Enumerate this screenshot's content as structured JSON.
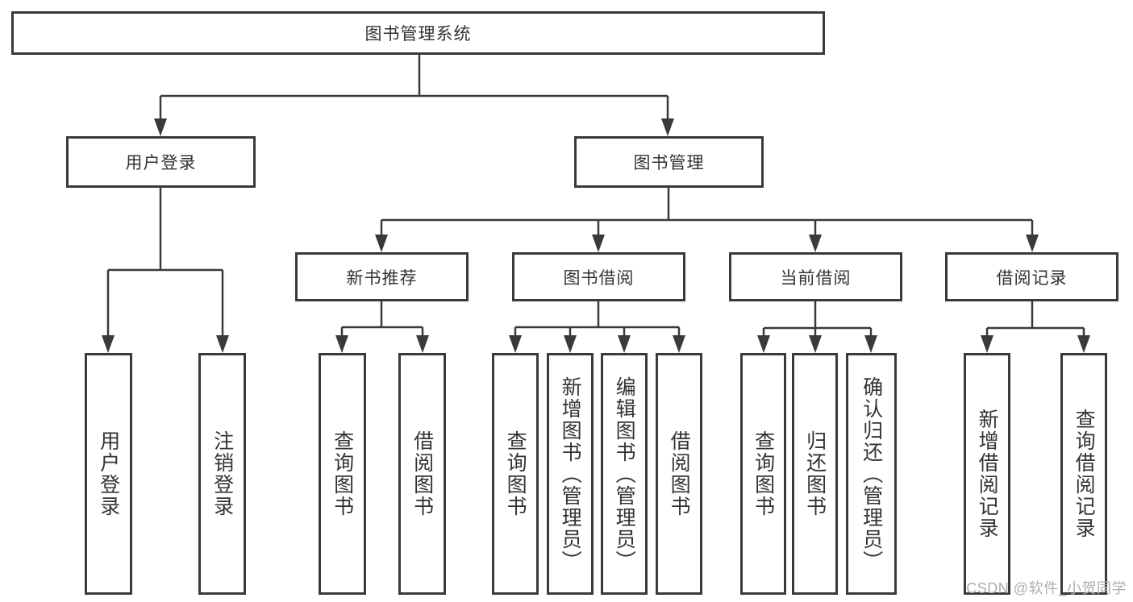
{
  "tree": {
    "root": {
      "label": "图书管理系统"
    },
    "level2": [
      {
        "label": "用户登录",
        "children": [
          {
            "label": "用户登录"
          },
          {
            "label": "注销登录"
          }
        ]
      },
      {
        "label": "图书管理",
        "children": [
          {
            "label": "新书推荐",
            "children": [
              {
                "label": "查询图书"
              },
              {
                "label": "借阅图书"
              }
            ]
          },
          {
            "label": "图书借阅",
            "children": [
              {
                "label": "查询图书"
              },
              {
                "label": "新增图书（管理员）"
              },
              {
                "label": "编辑图书（管理员）"
              },
              {
                "label": "借阅图书"
              }
            ]
          },
          {
            "label": "当前借阅",
            "children": [
              {
                "label": "查询图书"
              },
              {
                "label": "归还图书"
              },
              {
                "label": "确认归还（管理员）"
              }
            ]
          },
          {
            "label": "借阅记录",
            "children": [
              {
                "label": "新增借阅记录"
              },
              {
                "label": "查询借阅记录"
              }
            ]
          }
        ]
      }
    ]
  },
  "watermark": {
    "text": "CSDN @软件_小贺同学"
  },
  "colors": {
    "line": "#3a3a3a",
    "text": "#333333",
    "watermark": "#aeaeae",
    "background": "#ffffff"
  }
}
